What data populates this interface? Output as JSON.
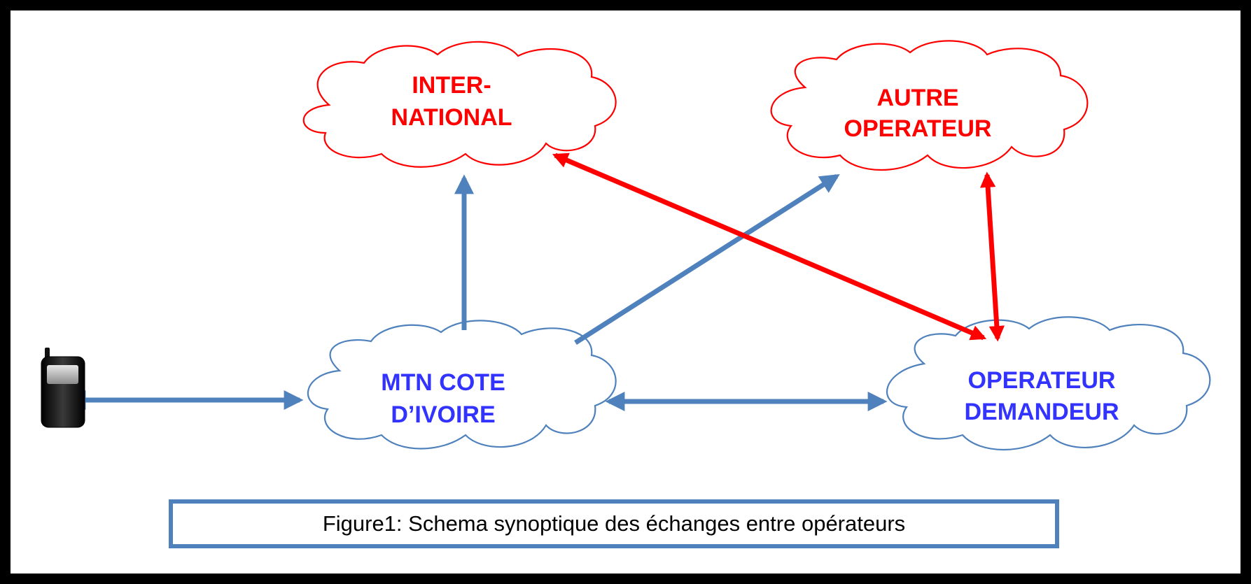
{
  "colors": {
    "blue": "#4f81bd",
    "red": "#ff0000",
    "blue_text": "#3333ff",
    "red_text": "#ff0000"
  },
  "nodes": {
    "international": {
      "line1": "INTER-",
      "line2": "NATIONAL"
    },
    "autre_operateur": {
      "line1": "AUTRE",
      "line2": "OPERATEUR"
    },
    "mtn": {
      "line1": "MTN COTE",
      "line2": "D’IVOIRE"
    },
    "operateur_demandeur": {
      "line1": "OPERATEUR",
      "line2": "DEMANDEUR"
    }
  },
  "icons": {
    "phone": "mobile-phone-icon"
  },
  "caption": "Figure1: Schema synoptique des échanges entre opérateurs"
}
